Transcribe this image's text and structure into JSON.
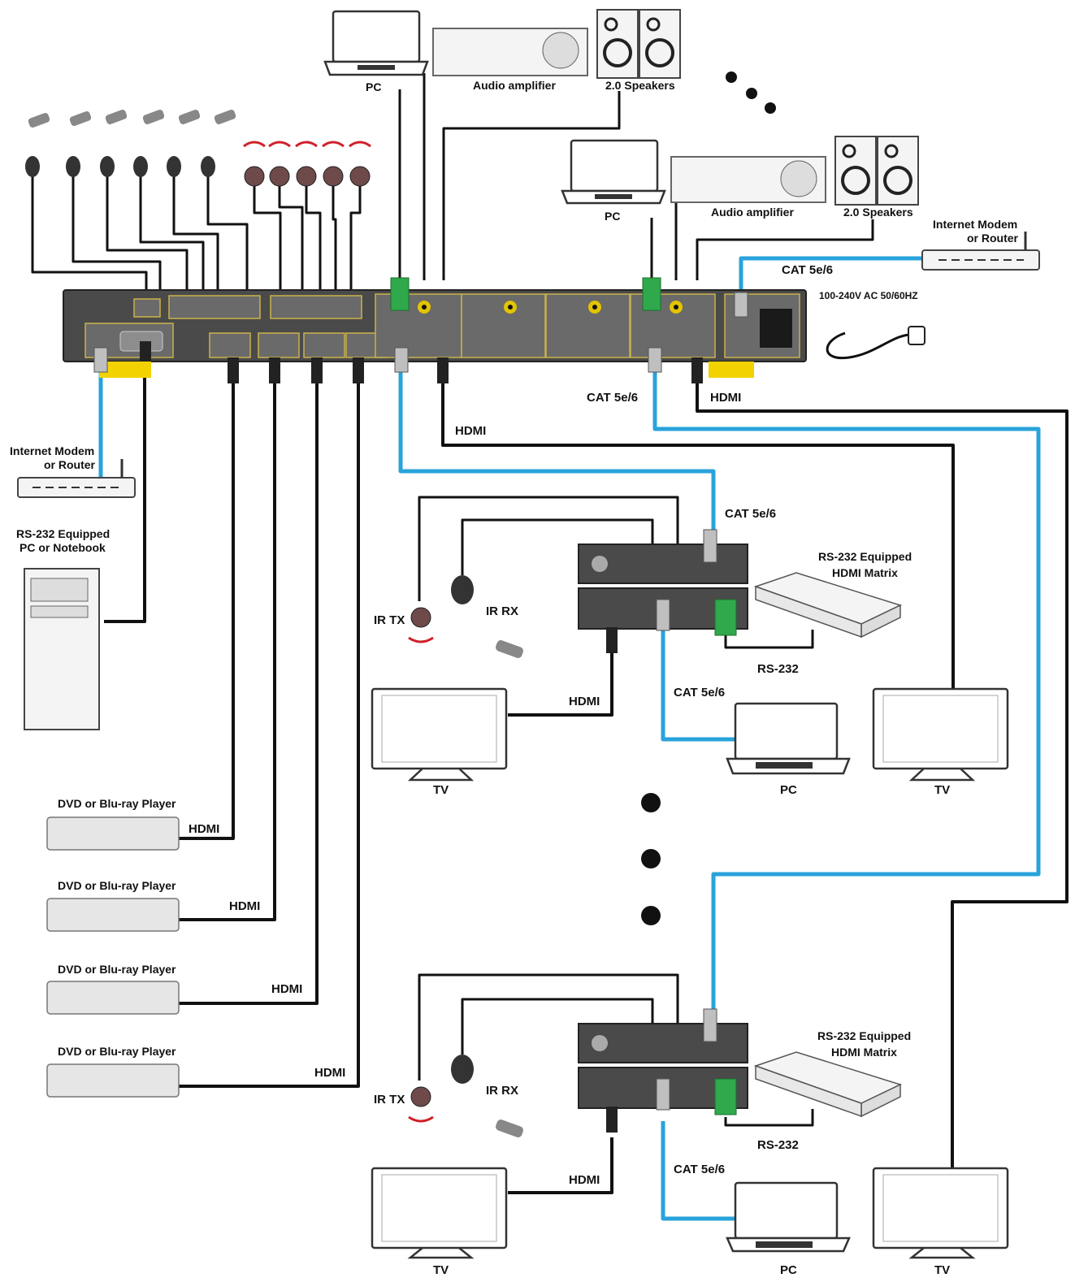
{
  "labels": {
    "pc": "PC",
    "audio_amplifier": "Audio amplifier",
    "speakers": "2.0 Speakers",
    "internet_modem": "Internet Modem",
    "or_router": "or Router",
    "cat": "CAT 5e/6",
    "hdmi": "HDMI",
    "power": "100-240V AC 50/60HZ",
    "rs232_pc_line1": "RS-232 Equipped",
    "rs232_pc_line2": "PC or Notebook",
    "dvd": "DVD or Blu-ray Player",
    "ir_tx": "IR TX",
    "ir_rx": "IR RX",
    "rs232_matrix_line1": "RS-232 Equipped",
    "rs232_matrix_line2": "HDMI Matrix",
    "rs232": "RS-232",
    "tv": "TV"
  },
  "colors": {
    "cat_cable": "#29a3db",
    "hdmi_cable": "#111111",
    "device_body": "#4a4a4a",
    "terminal_green": "#2fa94b",
    "rca_yellow": "#e2c400",
    "ir_red": "#d0202a"
  },
  "icons": [
    "laptop-icon",
    "amplifier-icon",
    "speaker-icon",
    "router-icon",
    "ir-receiver-icon",
    "ir-emitter-icon",
    "remote-icon",
    "tv-icon",
    "dvd-player-icon",
    "desktop-pc-icon",
    "power-cord-icon",
    "hdmi-matrix-icon",
    "continuation-dots-icon"
  ]
}
